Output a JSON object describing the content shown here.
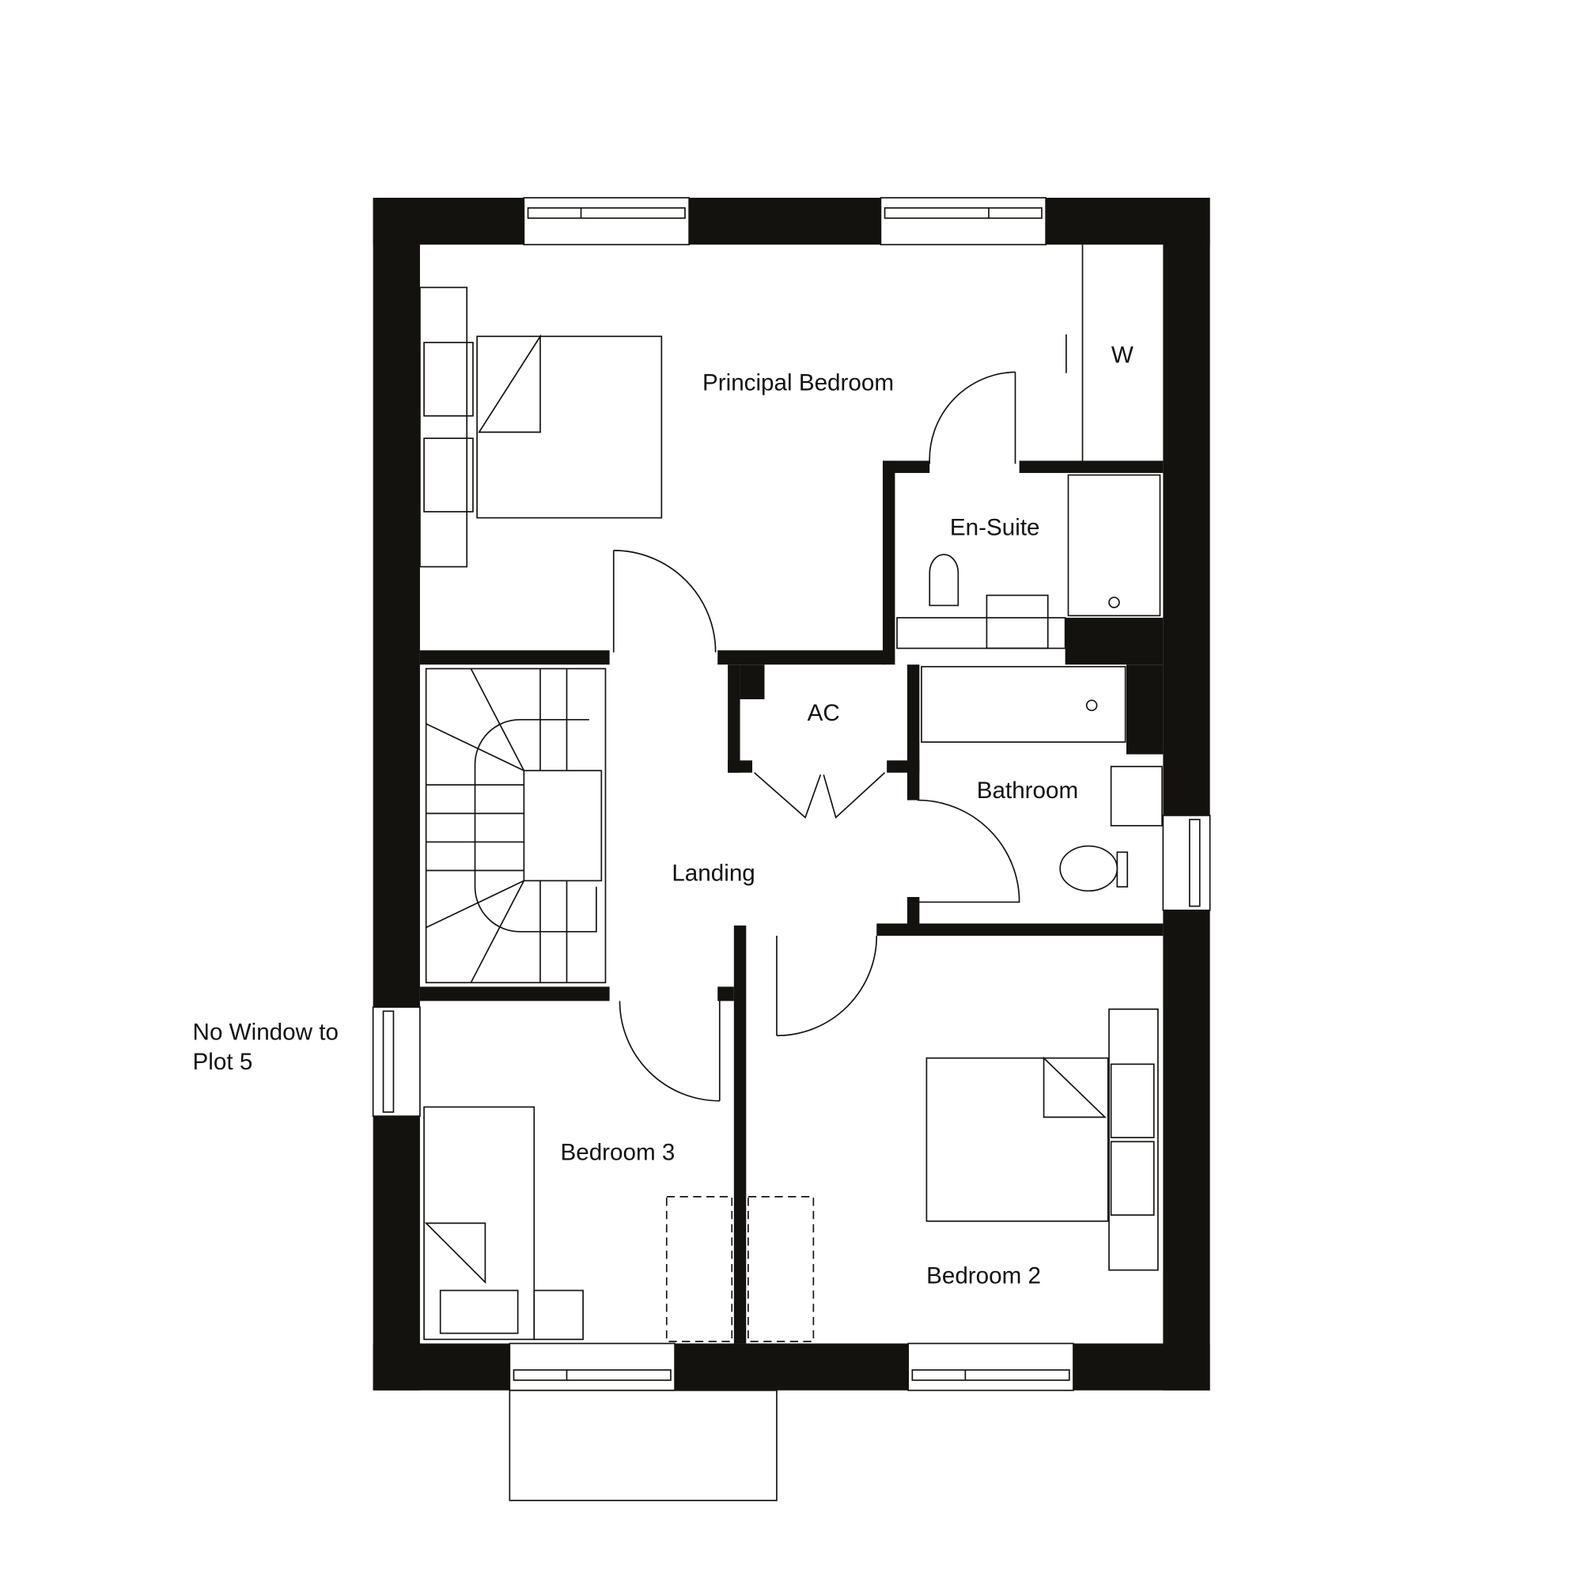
{
  "plan": {
    "rooms": {
      "principal_bedroom": "Principal Bedroom",
      "wardrobe": "W",
      "en_suite": "En-Suite",
      "ac": "AC",
      "bathroom": "Bathroom",
      "landing": "Landing",
      "bedroom_3": "Bedroom 3",
      "bedroom_2": "Bedroom 2"
    },
    "note_line1": "No Window to",
    "note_line2": "Plot 5",
    "wall_color": "#14120f"
  }
}
